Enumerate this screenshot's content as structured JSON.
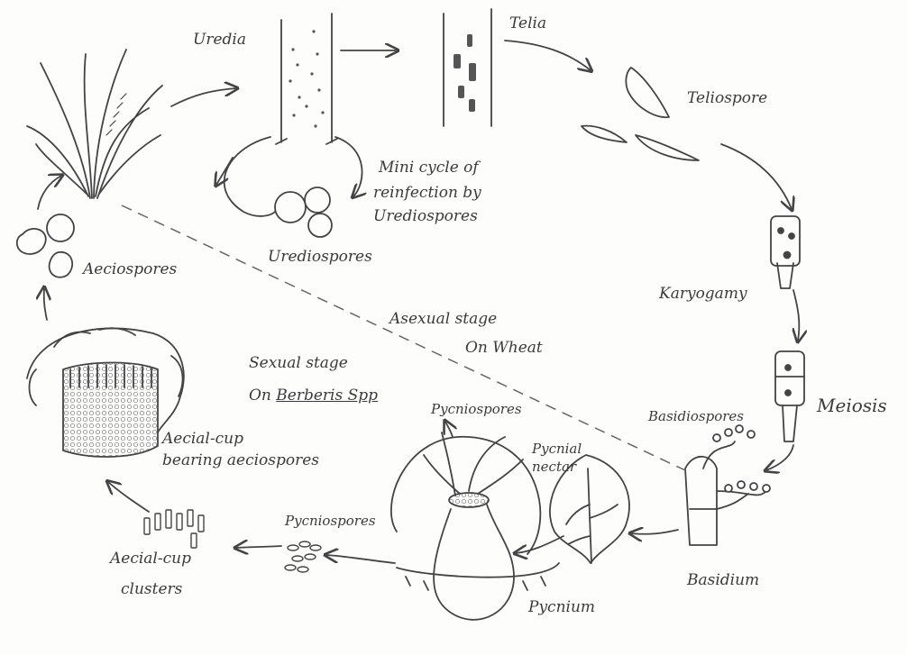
{
  "labels": {
    "uredia": "Uredia",
    "telia": "Telia",
    "teliospore": "Teliospore",
    "mini_cycle": [
      "Mini cycle of",
      "reinfection by",
      "Urediospores"
    ],
    "urediospores": "Urediospores",
    "aeciospores": "Aeciospores",
    "karyogamy": "Karyogamy",
    "meiosis": "Meiosis",
    "asexual_stage": "Asexual stage",
    "on_wheat": "On Wheat",
    "sexual_stage": "Sexual stage",
    "on_prefix": "On",
    "berberis": "Berberis Spp",
    "basidiospores": "Basidiospores",
    "pycniospores_top": "Pycniospores",
    "pycnial_nectar": [
      "Pycnial",
      "nectar"
    ],
    "aecial_cup_bearing": [
      "Aecial-cup",
      "bearing aeciospores"
    ],
    "pycniospores": "Pycniospores",
    "aecial_cup_clusters": [
      "Aecial-cup",
      "clusters"
    ],
    "basidium": "Basidium",
    "pycnium": "Pycnium"
  }
}
